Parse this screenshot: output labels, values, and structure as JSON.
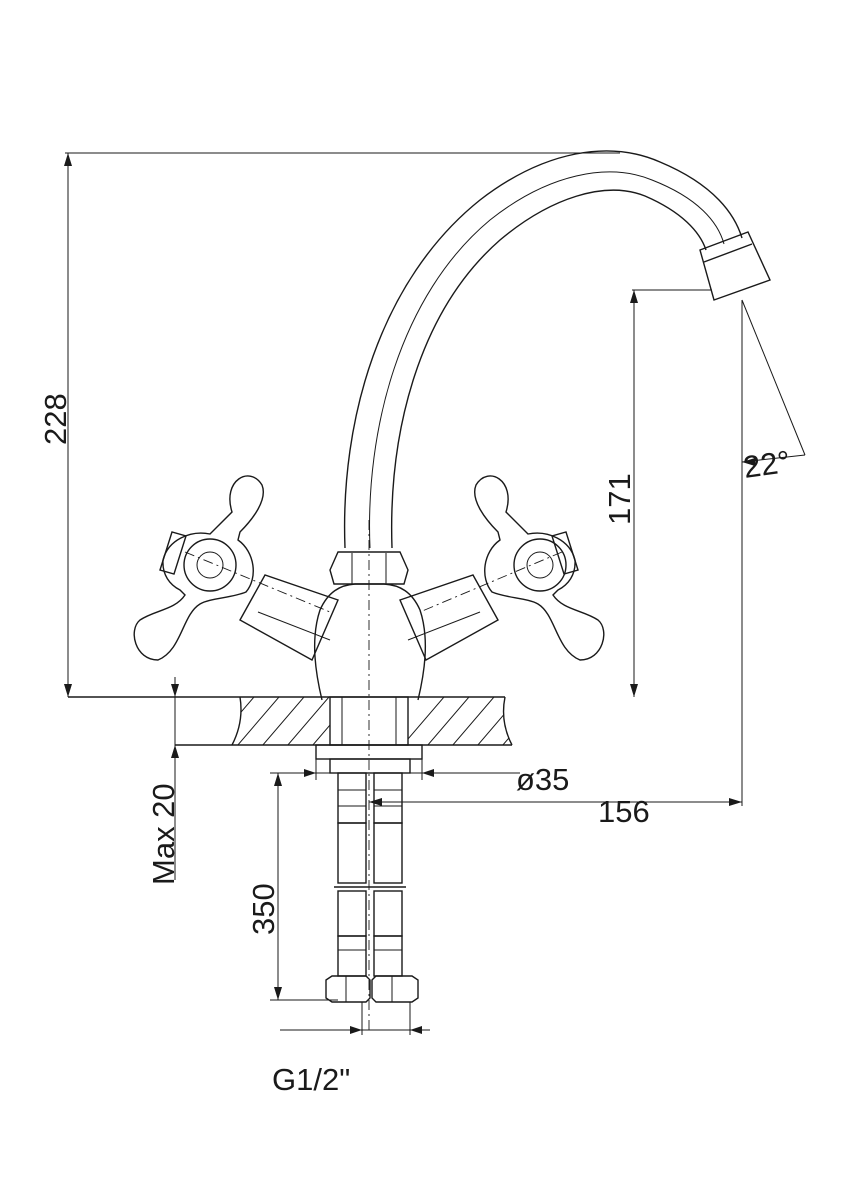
{
  "dimensions": {
    "total_height": "228",
    "spout_height": "171",
    "max_thickness": "Max 20",
    "hose_length": "350",
    "diameter": "ø35",
    "reach": "156",
    "angle": "22°",
    "thread": "G1/2\""
  }
}
